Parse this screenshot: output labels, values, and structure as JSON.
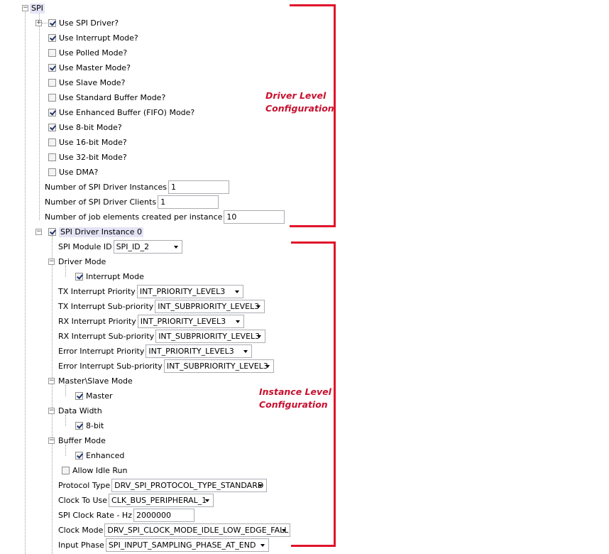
{
  "root": {
    "label": "SPI"
  },
  "driver": {
    "use_spi_driver": {
      "label": "Use SPI Driver?",
      "checked": true
    },
    "options": [
      {
        "label": "Use Interrupt Mode?",
        "checked": true
      },
      {
        "label": "Use Polled Mode?",
        "checked": false
      },
      {
        "label": "Use Master Mode?",
        "checked": true
      },
      {
        "label": "Use Slave Mode?",
        "checked": false
      },
      {
        "label": "Use Standard Buffer Mode?",
        "checked": false
      },
      {
        "label": "Use Enhanced Buffer (FIFO) Mode?",
        "checked": true
      },
      {
        "label": "Use 8-bit Mode?",
        "checked": true
      },
      {
        "label": "Use 16-bit Mode?",
        "checked": false
      },
      {
        "label": "Use 32-bit Mode?",
        "checked": false
      },
      {
        "label": "Use DMA?",
        "checked": false
      }
    ],
    "instances": {
      "label": "Number of SPI Driver Instances",
      "value": "1"
    },
    "clients": {
      "label": "Number of SPI Driver Clients",
      "value": "1"
    },
    "job_elements": {
      "label": "Number of job elements created per instance",
      "value": "10"
    }
  },
  "instance": {
    "header": {
      "label": "SPI Driver Instance 0",
      "checked": true
    },
    "module_id": {
      "label": "SPI Module ID",
      "value": "SPI_ID_2"
    },
    "driver_mode": {
      "label": "Driver Mode",
      "child": {
        "label": "Interrupt Mode",
        "checked": true
      }
    },
    "tx_priority": {
      "label": "TX Interrupt Priority",
      "value": "INT_PRIORITY_LEVEL3"
    },
    "tx_subpriority": {
      "label": "TX Interrupt Sub-priority",
      "value": "INT_SUBPRIORITY_LEVEL3"
    },
    "rx_priority": {
      "label": "RX Interrupt Priority",
      "value": "INT_PRIORITY_LEVEL3"
    },
    "rx_subpriority": {
      "label": "RX Interrupt Sub-priority",
      "value": "INT_SUBPRIORITY_LEVEL3"
    },
    "err_priority": {
      "label": "Error Interrupt Priority",
      "value": "INT_PRIORITY_LEVEL3"
    },
    "err_subpriority": {
      "label": "Error Interrupt Sub-priority",
      "value": "INT_SUBPRIORITY_LEVEL3"
    },
    "master_slave": {
      "label": "Master\\Slave Mode",
      "child": {
        "label": "Master",
        "checked": true
      }
    },
    "data_width": {
      "label": "Data Width",
      "child": {
        "label": "8-bit",
        "checked": true
      }
    },
    "buffer_mode": {
      "label": "Buffer Mode",
      "child": {
        "label": "Enhanced",
        "checked": true
      }
    },
    "allow_idle_run": {
      "label": "Allow Idle Run",
      "checked": false
    },
    "protocol_type": {
      "label": "Protocol Type",
      "value": "DRV_SPI_PROTOCOL_TYPE_STANDARD"
    },
    "clock_to_use": {
      "label": "Clock To Use",
      "value": "CLK_BUS_PERIPHERAL_1"
    },
    "clock_rate": {
      "label": "SPI Clock Rate - Hz",
      "value": "2000000"
    },
    "clock_mode": {
      "label": "Clock Mode",
      "value": "DRV_SPI_CLOCK_MODE_IDLE_LOW_EDGE_FALL"
    },
    "input_phase": {
      "label": "Input Phase",
      "value": "SPI_INPUT_SAMPLING_PHASE_AT_END"
    }
  },
  "annotations": {
    "driver_level": [
      "Driver Level",
      "Configuration"
    ],
    "instance_level": [
      "Instance Level",
      "Configuration"
    ]
  },
  "colors": {
    "annotation": "#e0142a",
    "selection": "#e4e4f6",
    "tree_line": "#a0a0a0"
  }
}
